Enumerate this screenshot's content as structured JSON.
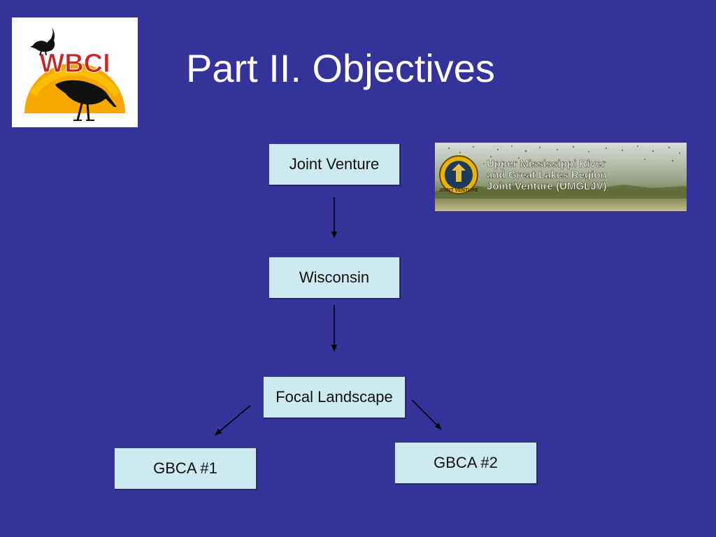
{
  "slide": {
    "title": "Part II. Objectives",
    "background_color": "#333399"
  },
  "logo": {
    "text": "WBCI",
    "text_color": "#cc2222",
    "sun_color": "#f7a800"
  },
  "banner": {
    "lines": [
      "Upper Mississippi River",
      "and Great Lakes Region",
      "Joint Venture (UMGLJV)"
    ],
    "seal_text": "JOINT VENTURE"
  },
  "diagram": {
    "box_fill": "#cdeaf0",
    "nodes": {
      "joint_venture": "Joint Venture",
      "wisconsin": "Wisconsin",
      "focal_landscape": "Focal Landscape",
      "gbca1": "GBCA #1",
      "gbca2": "GBCA #2"
    },
    "edges": [
      {
        "from": "Joint Venture",
        "to": "Wisconsin"
      },
      {
        "from": "Wisconsin",
        "to": "Focal Landscape"
      },
      {
        "from": "Focal Landscape",
        "to": "GBCA #1"
      },
      {
        "from": "Focal Landscape",
        "to": "GBCA #2"
      }
    ]
  }
}
